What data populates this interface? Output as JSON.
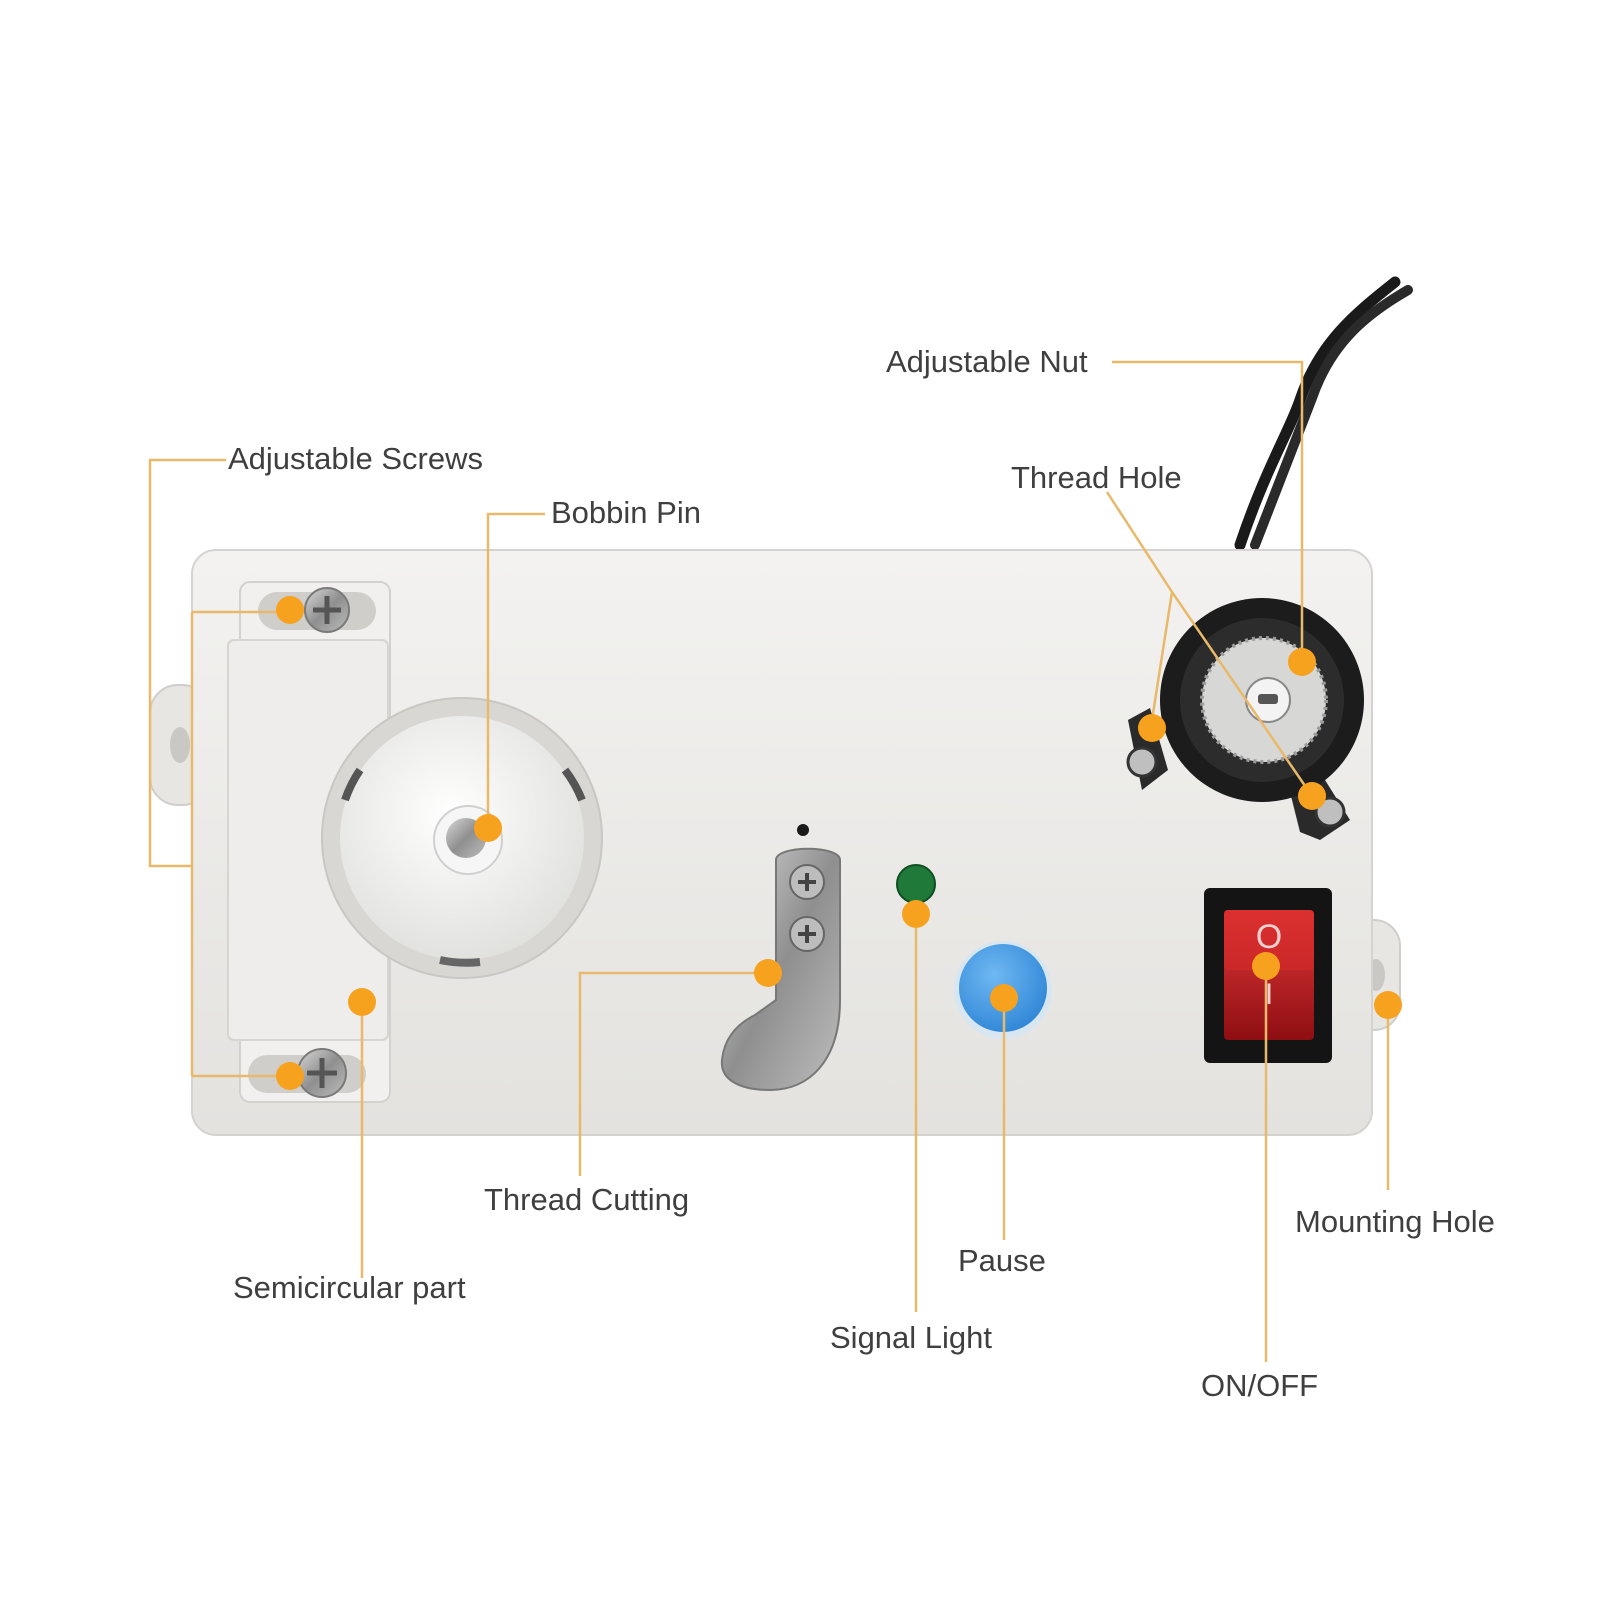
{
  "colors": {
    "leader_line": "#e8b96a",
    "dot": "#f7a21e",
    "body": "#ecebe9",
    "switch_red": "#c4161c",
    "pause_blue": "#2f8fe0",
    "signal_green": "#1f7a3a"
  },
  "labels": {
    "adjustable_nut": "Adjustable Nut",
    "thread_hole": "Thread Hole",
    "adjustable_screws": "Adjustable Screws",
    "bobbin_pin": "Bobbin Pin",
    "thread_cutting": "Thread Cutting",
    "semicircular_part": "Semicircular part",
    "pause": "Pause",
    "signal_light": "Signal Light",
    "mounting_hole": "Mounting Hole",
    "on_off": "ON/OFF"
  },
  "switch_marks": {
    "off": "O",
    "on": "I"
  }
}
